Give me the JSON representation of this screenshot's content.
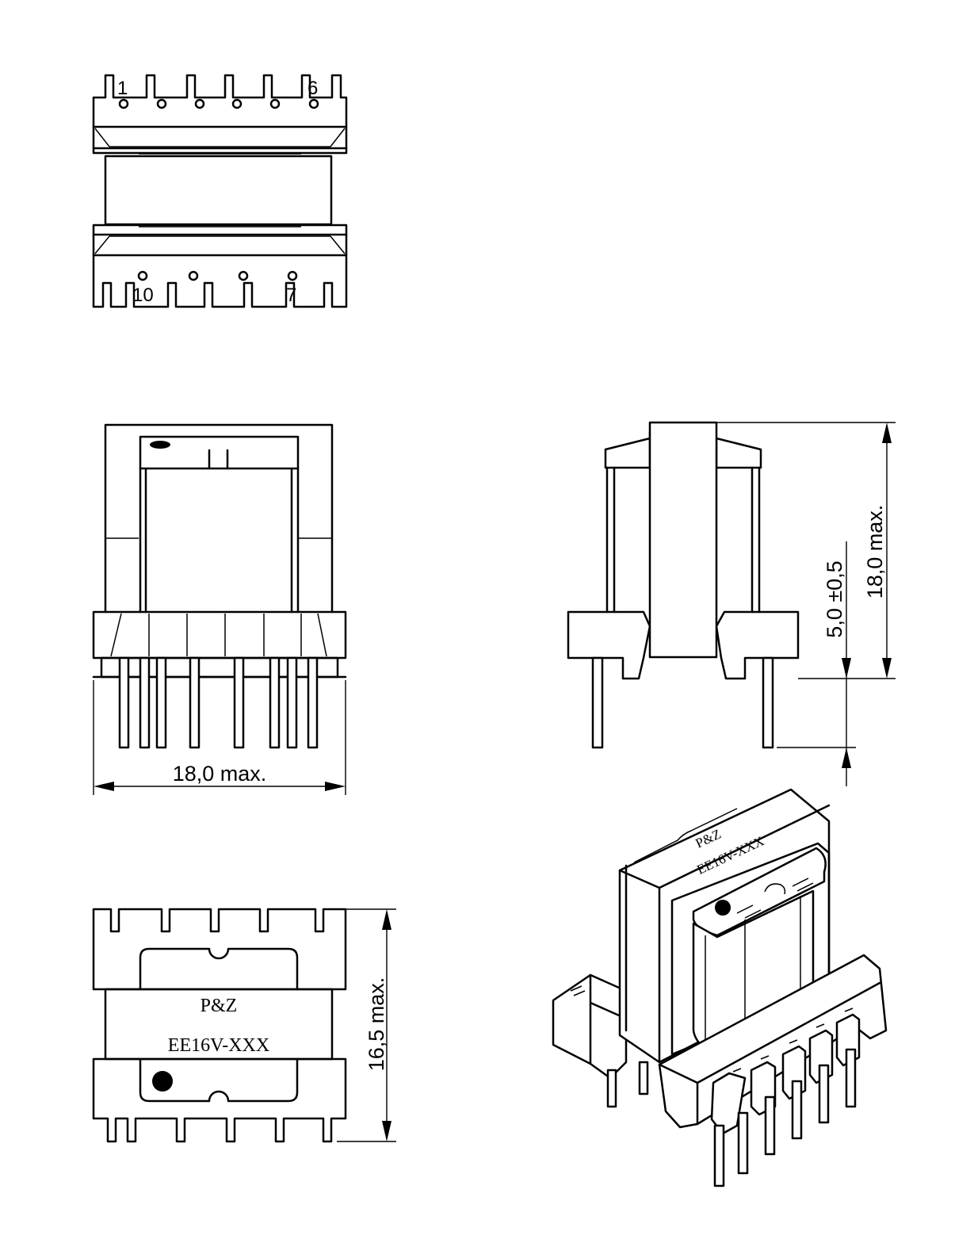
{
  "top_view": {
    "pin_labels_top": [
      "1",
      "6"
    ],
    "pin_labels_bottom": [
      "10",
      "7"
    ]
  },
  "front_view": {
    "width_dim": "18,0  max."
  },
  "side_view": {
    "height_dim": "18,0  max.",
    "standoff_dim": "5,0 ±0,5"
  },
  "bottom_view": {
    "brand": "P&Z",
    "part_number": "EE16V-XXX",
    "depth_dim": "16,5  max."
  },
  "iso_view": {
    "brand": "P&Z",
    "part_number": "EE16V-XXX"
  }
}
